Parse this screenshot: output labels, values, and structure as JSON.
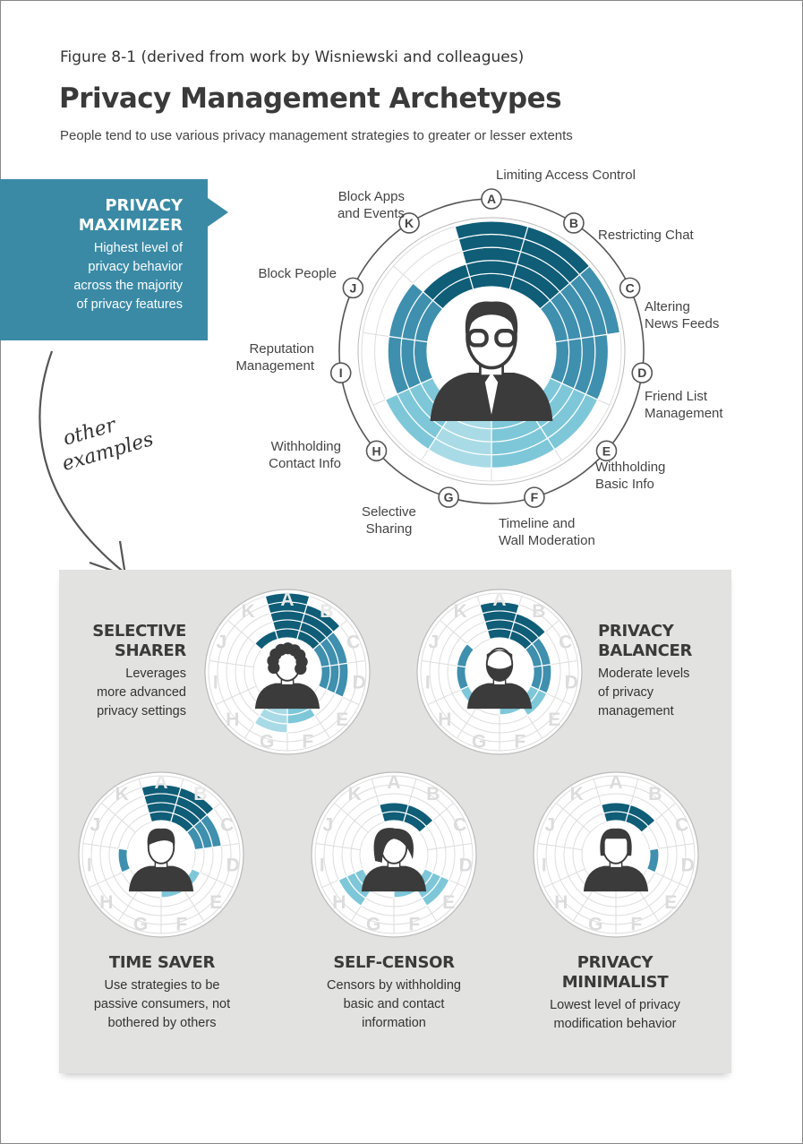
{
  "header": {
    "figure_caption": "Figure 8-1 (derived from work by Wisniewski and colleagues)",
    "title": "Privacy Management Archetypes",
    "subtitle": "People tend to use various privacy management strategies to greater or lesser extents"
  },
  "colors": {
    "dark": "#0f5d77",
    "mid": "#3f8fae",
    "light": "#7ec7d9",
    "lighter": "#a9dbe7",
    "banner": "#3a8aa6",
    "panel": "#e2e2e0",
    "grid": "#dddddd"
  },
  "main": {
    "banner": {
      "title_line1": "PRIVACY",
      "title_line2": "MAXIMIZER",
      "desc_line1": "Highest level of",
      "desc_line2": "privacy behavior",
      "desc_line3": "across the majority",
      "desc_line4": "of privacy features"
    },
    "features": [
      {
        "letter": "A",
        "line1": "Limiting Access Control",
        "line2": ""
      },
      {
        "letter": "B",
        "line1": "Restricting Chat",
        "line2": ""
      },
      {
        "letter": "C",
        "line1": "Altering",
        "line2": "News Feeds"
      },
      {
        "letter": "D",
        "line1": "Friend List",
        "line2": "Management"
      },
      {
        "letter": "E",
        "line1": "Withholding",
        "line2": "Basic Info"
      },
      {
        "letter": "F",
        "line1": "Timeline and",
        "line2": "Wall Moderation"
      },
      {
        "letter": "G",
        "line1": "Selective",
        "line2": "Sharing"
      },
      {
        "letter": "H",
        "line1": "Withholding",
        "line2": "Contact Info"
      },
      {
        "letter": "I",
        "line1": "Reputation",
        "line2": "Management"
      },
      {
        "letter": "J",
        "line1": "Block People",
        "line2": ""
      },
      {
        "letter": "K",
        "line1": "Block Apps",
        "line2": "and Events"
      }
    ],
    "other_examples_line1": "other",
    "other_examples_line2": "examples"
  },
  "archetypes": [
    {
      "name_line1": "SELECTIVE",
      "name_line2": "SHARER",
      "desc_line1": "Leverages",
      "desc_line2": "more advanced",
      "desc_line3": "privacy settings"
    },
    {
      "name_line1": "PRIVACY",
      "name_line2": "BALANCER",
      "desc_line1": "Moderate levels",
      "desc_line2": "of privacy",
      "desc_line3": "management"
    },
    {
      "name_line1": "TIME SAVER",
      "name_line2": "",
      "desc_line1": "Use strategies to be",
      "desc_line2": "passive consumers, not",
      "desc_line3": "bothered by others"
    },
    {
      "name_line1": "SELF-CENSOR",
      "name_line2": "",
      "desc_line1": "Censors by withholding",
      "desc_line2": "basic and contact",
      "desc_line3": "information"
    },
    {
      "name_line1": "PRIVACY",
      "name_line2": "MINIMALIST",
      "desc_line1": "Lowest level of privacy",
      "desc_line2": "modification behavior",
      "desc_line3": ""
    }
  ],
  "chart_data": [
    {
      "type": "radial-bar",
      "archetype": "Privacy Maximizer",
      "categories": [
        "A",
        "B",
        "C",
        "D",
        "E",
        "F",
        "G",
        "H",
        "I",
        "J",
        "K"
      ],
      "levels_max": 5,
      "values": [
        5,
        5,
        5,
        4,
        4,
        4,
        4,
        4,
        3,
        3,
        2
      ]
    },
    {
      "type": "radial-bar",
      "archetype": "Selective Sharer",
      "categories": [
        "A",
        "B",
        "C",
        "D",
        "E",
        "F",
        "G",
        "H",
        "I",
        "J",
        "K"
      ],
      "levels_max": 5,
      "values": [
        5,
        4,
        3,
        3,
        0,
        2,
        3,
        0,
        0,
        0,
        1
      ]
    },
    {
      "type": "radial-bar",
      "archetype": "Privacy Balancer",
      "categories": [
        "A",
        "B",
        "C",
        "D",
        "E",
        "F",
        "G",
        "H",
        "I",
        "J",
        "K"
      ],
      "levels_max": 5,
      "values": [
        4,
        3,
        2,
        2,
        2,
        1,
        0,
        1,
        1,
        1,
        0
      ]
    },
    {
      "type": "radial-bar",
      "archetype": "Time Saver",
      "categories": [
        "A",
        "B",
        "C",
        "D",
        "E",
        "F",
        "G",
        "H",
        "I",
        "J",
        "K"
      ],
      "levels_max": 5,
      "values": [
        4,
        4,
        3,
        0,
        1,
        1,
        0,
        0,
        1,
        0,
        0
      ]
    },
    {
      "type": "radial-bar",
      "archetype": "Self-Censor",
      "categories": [
        "A",
        "B",
        "C",
        "D",
        "E",
        "F",
        "G",
        "H",
        "I",
        "J",
        "K"
      ],
      "levels_max": 5,
      "values": [
        2,
        2,
        0,
        0,
        3,
        1,
        0,
        3,
        0,
        0,
        0
      ]
    },
    {
      "type": "radial-bar",
      "archetype": "Privacy Minimalist",
      "categories": [
        "A",
        "B",
        "C",
        "D",
        "E",
        "F",
        "G",
        "H",
        "I",
        "J",
        "K"
      ],
      "levels_max": 5,
      "values": [
        2,
        2,
        0,
        1,
        0,
        0,
        0,
        0,
        0,
        0,
        0
      ]
    }
  ]
}
